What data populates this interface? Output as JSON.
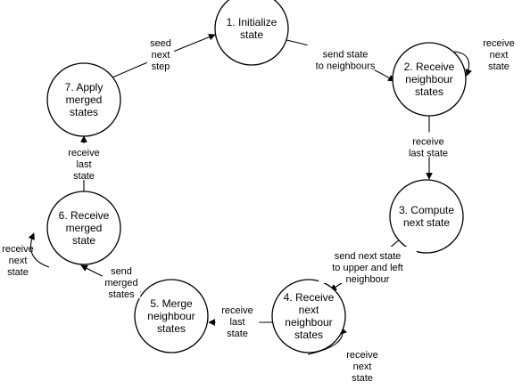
{
  "nodes": [
    {
      "id": "n1",
      "lines": [
        "1. Initialize",
        "state"
      ]
    },
    {
      "id": "n2",
      "lines": [
        "2. Receive",
        "neighbour",
        "states"
      ]
    },
    {
      "id": "n3",
      "lines": [
        "3. Compute",
        "next state"
      ]
    },
    {
      "id": "n4",
      "lines": [
        "4. Receive",
        "next",
        "neighbour",
        "states"
      ]
    },
    {
      "id": "n5",
      "lines": [
        "5. Merge",
        "neighbour",
        "states"
      ]
    },
    {
      "id": "n6",
      "lines": [
        "6. Receive",
        "merged",
        "state"
      ]
    },
    {
      "id": "n7",
      "lines": [
        "7. Apply",
        "merged",
        "states"
      ]
    }
  ],
  "edges": [
    {
      "id": "e-n1-n2",
      "lines": [
        "send state",
        "to neighbours"
      ]
    },
    {
      "id": "e-n2-self",
      "lines": [
        "receive",
        "next",
        "state"
      ]
    },
    {
      "id": "e-n2-n3",
      "lines": [
        "receive",
        "last state"
      ]
    },
    {
      "id": "e-n3-n4",
      "lines": [
        "send next state",
        "to upper and left",
        "neighbour"
      ]
    },
    {
      "id": "e-n4-self",
      "lines": [
        "receive",
        "next",
        "state"
      ]
    },
    {
      "id": "e-n4-n5",
      "lines": [
        "receive",
        "last",
        "state"
      ]
    },
    {
      "id": "e-n5-n6",
      "lines": [
        "send",
        "merged",
        "states"
      ]
    },
    {
      "id": "e-n6-self",
      "lines": [
        "receive",
        "next",
        "state"
      ]
    },
    {
      "id": "e-n6-n7",
      "lines": [
        "receive",
        "last",
        "state"
      ]
    },
    {
      "id": "e-n7-n1",
      "lines": [
        "seed",
        "next",
        "step"
      ]
    }
  ]
}
